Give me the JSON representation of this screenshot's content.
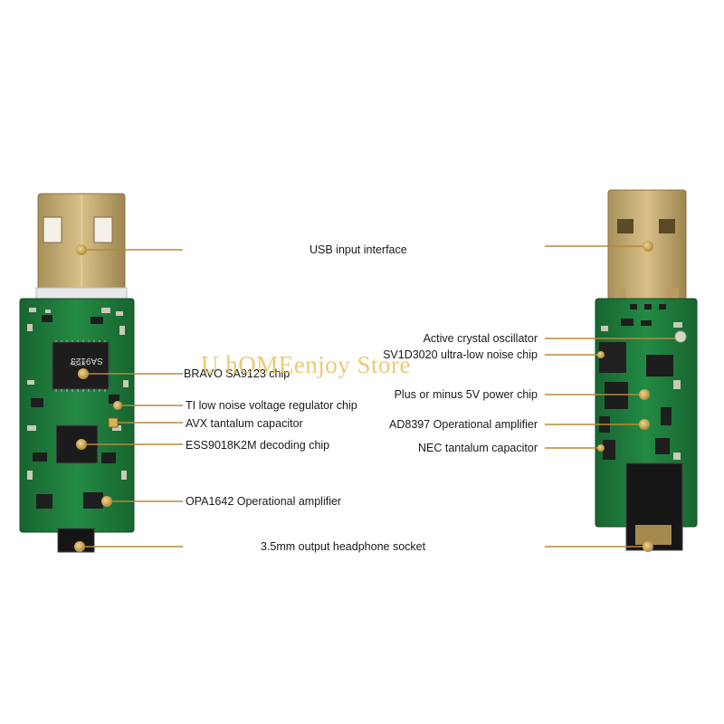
{
  "labels": {
    "usb_input": "USB input interface",
    "bravo": "BRAVO SA9123 chip",
    "ti_regulator": "TI low noise voltage regulator chip",
    "avx_cap": "AVX tantalum capacitor",
    "ess_chip": "ESS9018K2M decoding chip",
    "opa_amp": "OPA1642 Operational amplifier",
    "headphone": "3.5mm output headphone socket",
    "crystal": "Active crystal oscillator",
    "sv_chip": "SV1D3020 ultra-low noise chip",
    "power_chip": "Plus or minus 5V power chip",
    "ad_amp": "AD8397 Operational amplifier",
    "nec_cap": "NEC tantalum capacitor"
  },
  "chip_marking": {
    "line1": "SA9123",
    "line2": "4C1K"
  },
  "watermark": "U hOMEenjoy Store",
  "colors": {
    "pcb_green": "#1f7a3a",
    "usb_gold": "#c9b06a",
    "leader_line": "#b58a3a",
    "dot": "#d8b060"
  }
}
